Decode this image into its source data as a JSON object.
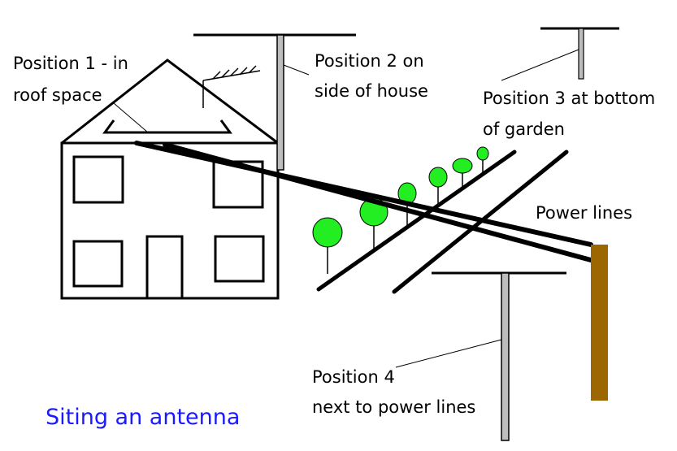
{
  "labels": {
    "position1_line1": "Position 1 - in",
    "position1_line2": "roof space",
    "position2_line1": "Position 2 on",
    "position2_line2": "side of house",
    "position3_line1": "Position 3 at bottom",
    "position3_line2": "of garden",
    "power_lines": "Power lines",
    "position4_line1": "Position 4",
    "position4_line2": "next to power lines"
  },
  "title": "Siting an antenna",
  "colors": {
    "title": "#1a1aff",
    "tree": "#22ee22",
    "pole": "#9c6600",
    "mast": "#bdbdbd",
    "line": "#000000"
  },
  "icons": [
    "house",
    "antenna",
    "tree",
    "utility-pole"
  ]
}
